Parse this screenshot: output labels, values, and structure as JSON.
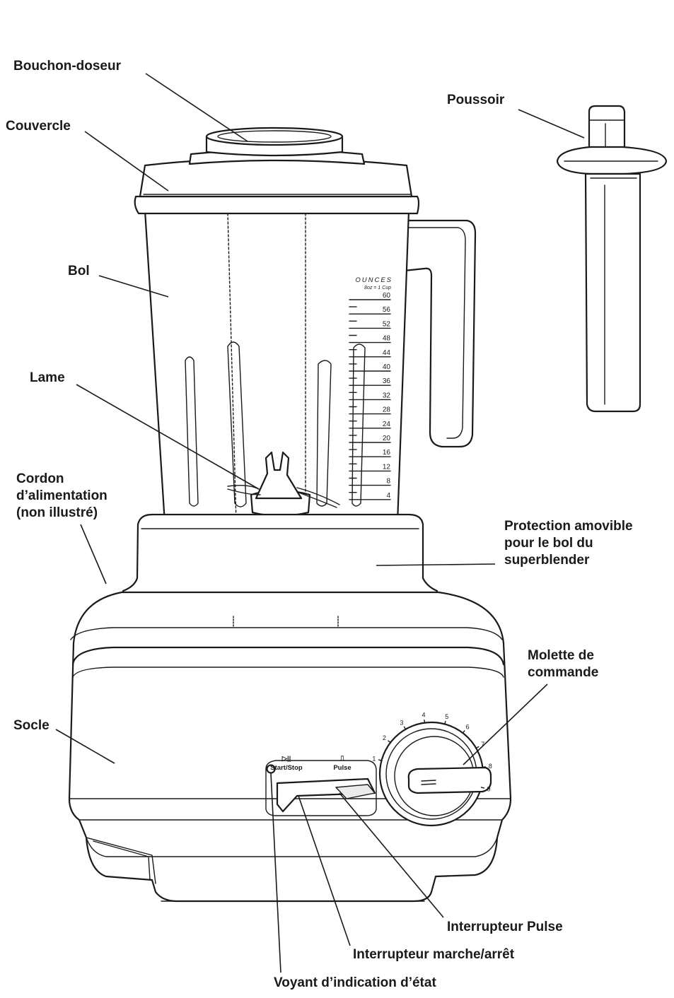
{
  "labels": {
    "bouchon": "Bouchon-doseur",
    "couvercle": "Couvercle",
    "bol": "Bol",
    "lame": "Lame",
    "cordon_1": "Cordon",
    "cordon_2": "d’alimentation",
    "cordon_3": "(non illustré)",
    "socle": "Socle",
    "poussoir": "Poussoir",
    "protection_1": "Protection amovible",
    "protection_2": "pour le bol du",
    "protection_3": "superblender",
    "molette_1": "Molette de",
    "molette_2": "commande",
    "pulse_switch": "Interrupteur Pulse",
    "marche_switch": "Interrupteur marche/arrêt",
    "voyant": "Voyant d’indication d’état"
  },
  "scale": {
    "header": "OUNCES",
    "sub": "8oz = 1 Cup",
    "marks": [
      "60",
      "56",
      "52",
      "48",
      "44",
      "40",
      "36",
      "32",
      "28",
      "24",
      "20",
      "16",
      "12",
      "8",
      "4"
    ]
  },
  "dial": {
    "numbers": [
      "1",
      "2",
      "3",
      "4",
      "5",
      "6",
      "7",
      "8",
      "9"
    ]
  },
  "buttons": {
    "start_stop_icon": "▷||",
    "start_stop": "Start/Stop",
    "pulse_icon": "⎍",
    "pulse": "Pulse"
  }
}
